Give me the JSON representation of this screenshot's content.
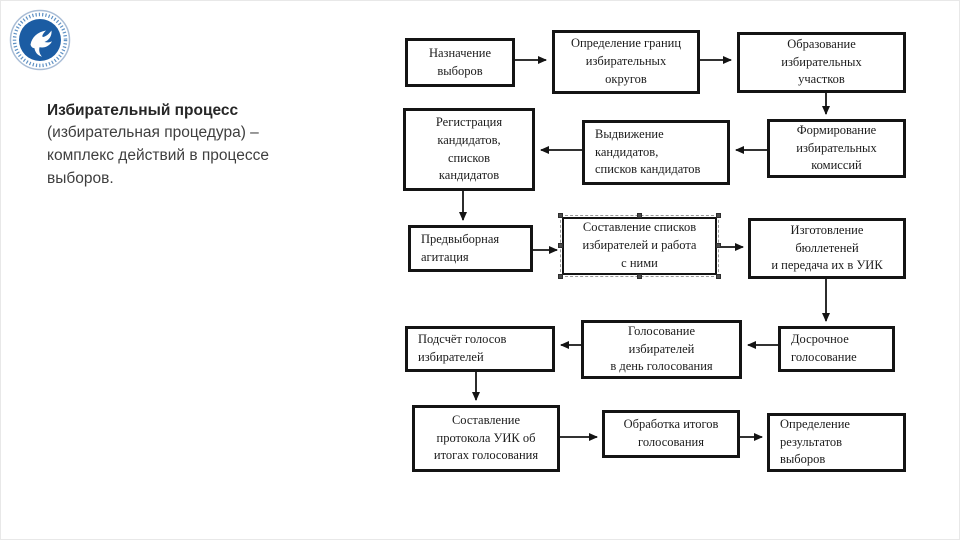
{
  "logo": {
    "name": "school-emblem",
    "color": "#1b5ca3"
  },
  "intro": {
    "title": "Избирательный процесс",
    "body": "(избирательная процедура) – комплекс действий в процессе выборов."
  },
  "flowchart": {
    "boxes": [
      {
        "id": "naznachenie",
        "label": "Назначение\nвыборов"
      },
      {
        "id": "granicy",
        "label": "Определение границ\nизбирательных\nокругов"
      },
      {
        "id": "uchastki",
        "label": "Образование\nизбирательных\nучастков"
      },
      {
        "id": "registracia",
        "label": "Регистрация\nкандидатов,\nсписков\nкандидатов"
      },
      {
        "id": "vydvizhenie",
        "label": "Выдвижение\nкандидатов,\nсписков кандидатов"
      },
      {
        "id": "komissii",
        "label": "Формирование\nизбирательных\nкомиссий"
      },
      {
        "id": "agitacia",
        "label": "Предвыборная\nагитация"
      },
      {
        "id": "spiski",
        "label": "Составление списков\nизбирателей и работа\nс ними",
        "selected": true
      },
      {
        "id": "bjulleteni",
        "label": "Изготовление\nбюллетеней\nи передача их в УИК"
      },
      {
        "id": "podschet",
        "label": "Подсчёт голосов\nизбирателей"
      },
      {
        "id": "golosovanie",
        "label": "Голосование\nизбирателей\nв день голосования"
      },
      {
        "id": "dosrochnoe",
        "label": "Досрочное\nголосование"
      },
      {
        "id": "protokol",
        "label": "Составление\nпротокола УИК об\nитогах голосования"
      },
      {
        "id": "obrabotka",
        "label": "Обработка итогов\nголосования"
      },
      {
        "id": "rezultaty",
        "label": "Определение\nрезультатов\nвыборов"
      }
    ]
  },
  "colors": {
    "box_border": "#141414",
    "box_text": "#1c1c1c",
    "intro_text": "#3f3f3f",
    "logo_blue": "#1b5ca3"
  }
}
